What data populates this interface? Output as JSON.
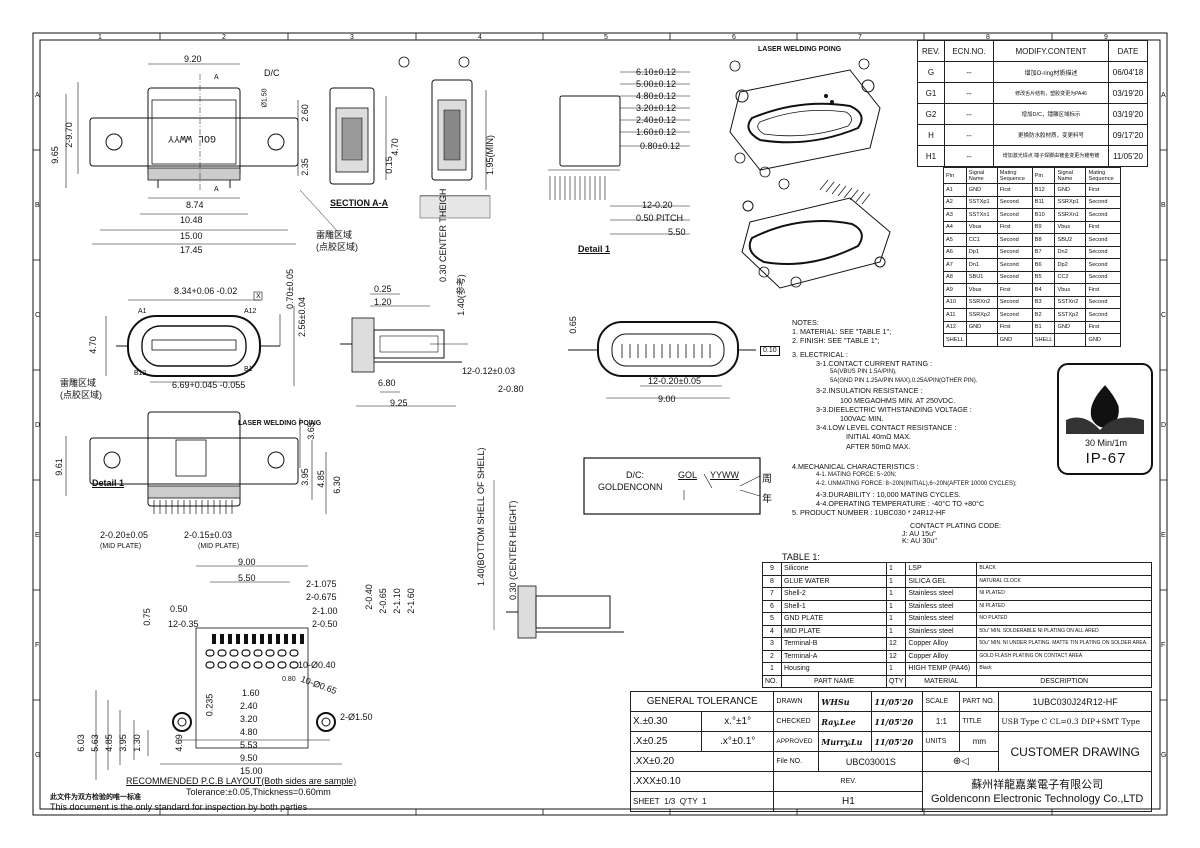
{
  "border": {
    "top_cols": [
      "1",
      "2",
      "3",
      "4",
      "5",
      "6",
      "7",
      "8",
      "9"
    ],
    "side_rows": [
      "A",
      "B",
      "C",
      "D",
      "E",
      "F",
      "G"
    ]
  },
  "revision_table": {
    "headers": [
      "REV.",
      "ECN.NO.",
      "MODIFY.CONTENT",
      "DATE"
    ],
    "rows": [
      {
        "rev": "G",
        "ecn": "--",
        "content": "增加O-ring材质描述",
        "date": "06/04'18"
      },
      {
        "rev": "G1",
        "ecn": "--",
        "content": "修改舌片结构，塑胶变更为PA46",
        "date": "03/19'20"
      },
      {
        "rev": "G2",
        "ecn": "--",
        "content": "增加D/C，镭雕区域标示",
        "date": "03/19'20"
      },
      {
        "rev": "H",
        "ecn": "--",
        "content": "更换防水胶材质，变更料号",
        "date": "09/17'20"
      },
      {
        "rev": "H1",
        "ecn": "--",
        "content": "增加激光焊点 端子焊脚由镀金变更为镀电镀",
        "date": "11/05'20"
      }
    ]
  },
  "pin_table": {
    "headers": [
      "Pin",
      "Signal Name",
      "Mating Sequence",
      "Pin",
      "Signal Name",
      "Mating Sequence"
    ],
    "rows": [
      [
        "A1",
        "GND",
        "First",
        "B12",
        "GND",
        "First"
      ],
      [
        "A2",
        "SSTXp1",
        "Second",
        "B11",
        "SSRXp1",
        "Second"
      ],
      [
        "A3",
        "SSTXn1",
        "Second",
        "B10",
        "SSRXn1",
        "Second"
      ],
      [
        "A4",
        "Vbus",
        "First",
        "B9",
        "Vbus",
        "First"
      ],
      [
        "A5",
        "CC1",
        "Second",
        "B8",
        "SBU2",
        "Second"
      ],
      [
        "A6",
        "Dp1",
        "Second",
        "B7",
        "Dn2",
        "Second"
      ],
      [
        "A7",
        "Dn1",
        "Second",
        "B6",
        "Dp2",
        "Second"
      ],
      [
        "A8",
        "SBU1",
        "Second",
        "B5",
        "CC2",
        "Second"
      ],
      [
        "A9",
        "Vbus",
        "First",
        "B4",
        "Vbus",
        "First"
      ],
      [
        "A10",
        "SSRXn2",
        "Second",
        "B3",
        "SSTXn2",
        "Second"
      ],
      [
        "A11",
        "SSRXp2",
        "Second",
        "B2",
        "SSTXp2",
        "Second"
      ],
      [
        "A12",
        "GND",
        "First",
        "B1",
        "GND",
        "First"
      ],
      [
        "SHELL",
        "",
        "GND",
        "SHELL",
        "",
        "GND"
      ]
    ]
  },
  "ip_badge": {
    "line1": "30 Min/1m",
    "line2": "IP-67"
  },
  "notes": {
    "title": "NOTES:",
    "lines": [
      "1. MATERIAL: SEE \"TABLE 1\";",
      "2. FINISH: SEE \"TABLE 1\";",
      "3. ELECTRICAL :",
      "3-1.CONTACT CURRENT RATING :",
      "5A(VBUS PIN 1.5A/PIN),",
      "5A(GND PIN 1.25A/PIN MAX),0.25A/PIN(OTHER PIN).",
      "3-2.INSULATION RESISTANCE :",
      "100 MEGAOHMS MIN. AT 250VDC.",
      "3-3.DIEELECTRIC WITHSTANDING VOLTAGE :",
      "100VAC MIN.",
      "3-4.LOW LEVEL CONTACT RESISTANCE :",
      "INITIAL 40mΩ MAX.",
      "AFTER 50mΩ MAX.",
      "4.MECHANICAL CHARACTERISTICS :",
      "4-1. MATING FORCE: 5~20N;",
      "4-2. UNMATING FORCE: 8~20N(INITIAL),6~20N(AFTER 10000 CYCLES);",
      "4-3.DURABILITY : 10,000 MATING CYCLES.",
      "4-4.OPERATING TEMPERATURE : -40°C TO +80°C",
      "5. PRODUCT NUMBER : 1UBC030 * 24R12-HF",
      "CONTACT PLATING CODE:",
      "J: AU 15u\"",
      "K: AU 30u\""
    ]
  },
  "marking": {
    "dc_label": "D/C:",
    "dc_code": "GOL",
    "dc_date": "YYWW",
    "brand": "GOLDENCONN",
    "week": "周",
    "year": "年"
  },
  "bom": {
    "title": "TABLE 1:",
    "headers": [
      "NO.",
      "PART NAME",
      "QTY",
      "MATERIAL",
      "DESCRIPTION"
    ],
    "rows": [
      {
        "no": "9",
        "part": "Silicone",
        "qty": "1",
        "mat": "LSP",
        "desc": "BLACK"
      },
      {
        "no": "8",
        "part": "GLUE WATER",
        "qty": "1",
        "mat": "SILICA GEL",
        "desc": "NATURAL CLOCK"
      },
      {
        "no": "7",
        "part": "Shell-2",
        "qty": "1",
        "mat": "Stainless steel",
        "desc": "NI PLATED"
      },
      {
        "no": "6",
        "part": "Shell-1",
        "qty": "1",
        "mat": "Stainless steel",
        "desc": "NI PLATED"
      },
      {
        "no": "5",
        "part": "GND PLATE",
        "qty": "1",
        "mat": "Stainless steel",
        "desc": "NO PLATED"
      },
      {
        "no": "4",
        "part": "MID PLATE",
        "qty": "1",
        "mat": "Stainless steel",
        "desc": "50u\" MIN. SOLDERABLE NI PLATING ON ALL ARED"
      },
      {
        "no": "3",
        "part": "Terminal-B",
        "qty": "12",
        "mat": "Copper Alloy",
        "desc": "50u\" MIN. NI UNDER PLATING. MATTE TIN PLATING ON SOLDER AREA."
      },
      {
        "no": "2",
        "part": "Terminal-A",
        "qty": "12",
        "mat": "Copper Alloy",
        "desc": "GOLD FLASH PLATING ON CONTACT AREA"
      },
      {
        "no": "1",
        "part": "Housing",
        "qty": "1",
        "mat": "HIGH TEMP (PA46)",
        "desc": "Black"
      }
    ]
  },
  "title_block": {
    "general_tolerance": "GENERAL TOLERANCE",
    "tol_x": "X.±0.30",
    "tol_ang1": "x.°±1°",
    "tol_xx": ".X±0.25",
    "tol_ang2": ".x°±0.1°",
    "tol_xxx": ".XX±0.20",
    "tol_xxxx": ".XXX±0.10",
    "sheet_label": "SHEET",
    "sheet": "1/3",
    "qty_label": "Q'TY",
    "qty": "1",
    "rev_value": "H1",
    "drawn_label": "DRAWN",
    "drawn": "WHSu",
    "drawn_date": "11/05'20",
    "checked_label": "CHECKED",
    "checked": "Ray.Lee",
    "checked_date": "11/05'20",
    "approved_label": "APPROVED",
    "approved": "Murry.Lu",
    "approved_date": "11/05'20",
    "scale_label": "SCALE",
    "scale": "1:1",
    "partno_label": "PART NO.",
    "partno": "1UBC030J24R12-HF",
    "title_label": "TITLE",
    "title": "USB Type C CL=0.3 DIP+SMT Type",
    "units_label": "UNITS",
    "units": "mm",
    "file_label": "File NO.",
    "file": "UBC03001S",
    "rev_label": "REV.",
    "customer": "CUSTOMER DRAWING",
    "company_cn": "蘇州祥龍嘉業電子有限公司",
    "company_en": "Goldenconn Electronic Technology Co.,LTD"
  },
  "views": {
    "top": {
      "dims": [
        "9.20",
        "D/C",
        "A",
        "A",
        "Ø1.50",
        "2-9.70",
        "9.65",
        "2.60",
        "2.35",
        "8.74",
        "10.48",
        "15.00",
        "17.45"
      ],
      "laser_area": "雷雕区域",
      "laser_area2": "(点胶区域)",
      "marking": "GOL WWYY"
    },
    "section_label": "SECTION A-A",
    "section_dims": [
      "0.15",
      "4.70",
      "1.95(MIN)"
    ],
    "detail1": {
      "label": "Detail 1",
      "dims": [
        "6.10±0.12",
        "5.00±0.12",
        "4.80±0.12",
        "3.20±0.12",
        "2.40±0.12",
        "1.60±0.12",
        "0.80±0.12",
        "12-0.20",
        "0.50 PITCH",
        "5.50"
      ]
    },
    "laser_welding": "LASER WELDING POING",
    "front": {
      "dims": [
        "8.34+0.06 -0.02",
        "X",
        "0.70±0.05",
        "2.56±0.04",
        "4.70",
        "6.69+0.045 -0.055",
        "A1",
        "A12",
        "B12",
        "B1"
      ]
    },
    "side": {
      "dims": [
        "0.25",
        "1.20",
        "1.40(参考)",
        "0.30 CENTER THEIGH",
        "6.80",
        "9.25",
        "12-0.12±0.03",
        "2-0.80"
      ]
    },
    "mouth": {
      "dims": [
        "0.65",
        "12-0.20±0.05",
        "9.00",
        "0.10"
      ]
    },
    "bottom": {
      "laser_area": "雷雕区域",
      "laser_area2": "(点胶区域)",
      "detail": "Detail 1",
      "dims": [
        "3.65",
        "3.95",
        "4.85",
        "6.30",
        "9.61",
        "2-0.20±0.05",
        "(MID PLATE)",
        "2-0.15±0.03",
        "(MID PLATE)"
      ]
    },
    "pcb": {
      "dims": [
        "9.00",
        "5.50",
        "2-1.075",
        "2-0.675",
        "2-1.00",
        "2-0.50",
        "0.50",
        "12-0.35",
        "0.75",
        "2-0.40",
        "2-0.65",
        "2-1.10",
        "2-1.60",
        "10-Ø0.40",
        "10-Ø0.65",
        "0.80",
        "0.235",
        "1.60",
        "2.40",
        "3.20",
        "4.80",
        "5.53",
        "9.50",
        "15.00",
        "2-Ø1.50",
        "6.03",
        "5.63",
        "4.85",
        "3.95",
        "1.30",
        "4.69"
      ],
      "caption": "RECOMMENDED P.C.B LAYOUT(Both sides are sample)",
      "tolerance": "Tolerance:±0.05,Thickness=0.60mm"
    },
    "side2": {
      "dims": [
        "1.40(BOTTOM SHELL OF SHELL)",
        "0.30 (CENTER HEIGHT)"
      ]
    }
  },
  "footer": {
    "cn": "此文件为双方检验的唯一标准",
    "en": "This document is the only standard for inspection by both parties"
  }
}
